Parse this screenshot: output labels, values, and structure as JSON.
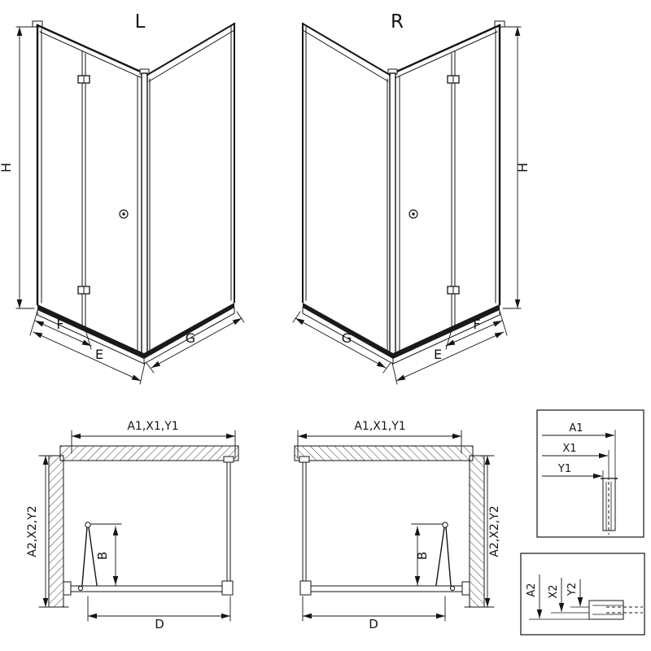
{
  "page": {
    "background": "#ffffff",
    "line_color": "#151515"
  },
  "iso_left": {
    "label": "L",
    "dim_h": "H",
    "dim_f": "F",
    "dim_e": "E",
    "dim_g": "G"
  },
  "iso_right": {
    "label": "R",
    "dim_h": "H",
    "dim_f": "F",
    "dim_e": "E",
    "dim_g": "G"
  },
  "plan_left": {
    "dim_top": "A1,X1,Y1",
    "dim_side": "A2,X2,Y2",
    "dim_b": "B",
    "dim_d": "D"
  },
  "plan_right": {
    "dim_top": "A1,X1,Y1",
    "dim_side": "A2,X2,Y2",
    "dim_b": "B",
    "dim_d": "D"
  },
  "detail_top": {
    "dim_a1": "A1",
    "dim_x1": "X1",
    "dim_y1": "Y1"
  },
  "detail_bottom": {
    "dim_a2": "A2",
    "dim_x2": "X2",
    "dim_y2": "Y2"
  }
}
